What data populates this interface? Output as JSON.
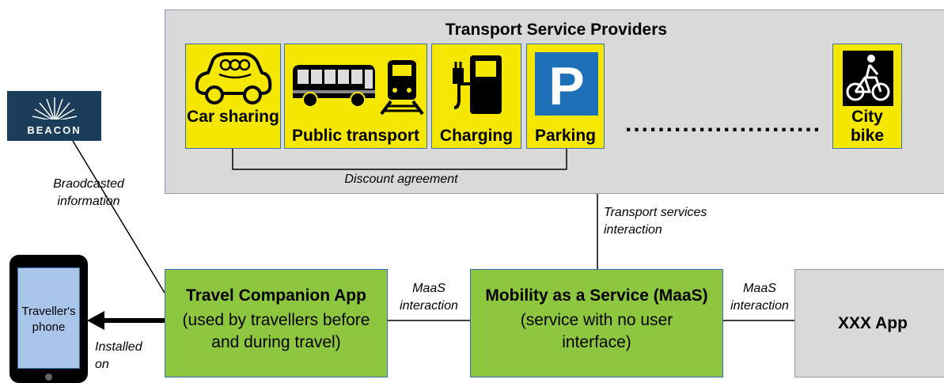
{
  "panel": {
    "title": "Transport Service Providers",
    "tiles": {
      "car_sharing": "Car sharing",
      "public_transport": "Public transport",
      "charging": "Charging",
      "parking": "Parking",
      "city_bike": "City bike"
    },
    "ellipsis": "........................",
    "discount_agreement": "Discount agreement"
  },
  "beacon": {
    "label": "BEACON"
  },
  "phone": {
    "label": "Traveller's phone"
  },
  "labels": {
    "broadcasted": "Braodcasted information",
    "transport_interaction": "Transport services interaction",
    "maas_interaction_left": "MaaS interaction",
    "maas_interaction_right": "MaaS interaction",
    "installed_on": "Installed on"
  },
  "travel_app": {
    "title": "Travel Companion App",
    "subtitle": "(used by travellers before and during travel)"
  },
  "maas": {
    "title": "Mobility as a Service (MaaS)",
    "subtitle": "(service with no user interface)"
  },
  "xxx_app": {
    "title": "XXX App"
  },
  "colors": {
    "tile_yellow": "#f6e700",
    "green": "#8dc63f",
    "panel_gray": "#d9d9d9",
    "beacon_navy": "#1c3d5a",
    "phone_blue": "#a9c5ea"
  },
  "icons": [
    "car-sharing-icon",
    "bus-icon",
    "train-icon",
    "charging-station-icon",
    "parking-icon",
    "bicycle-icon",
    "beacon-sunburst-icon"
  ]
}
